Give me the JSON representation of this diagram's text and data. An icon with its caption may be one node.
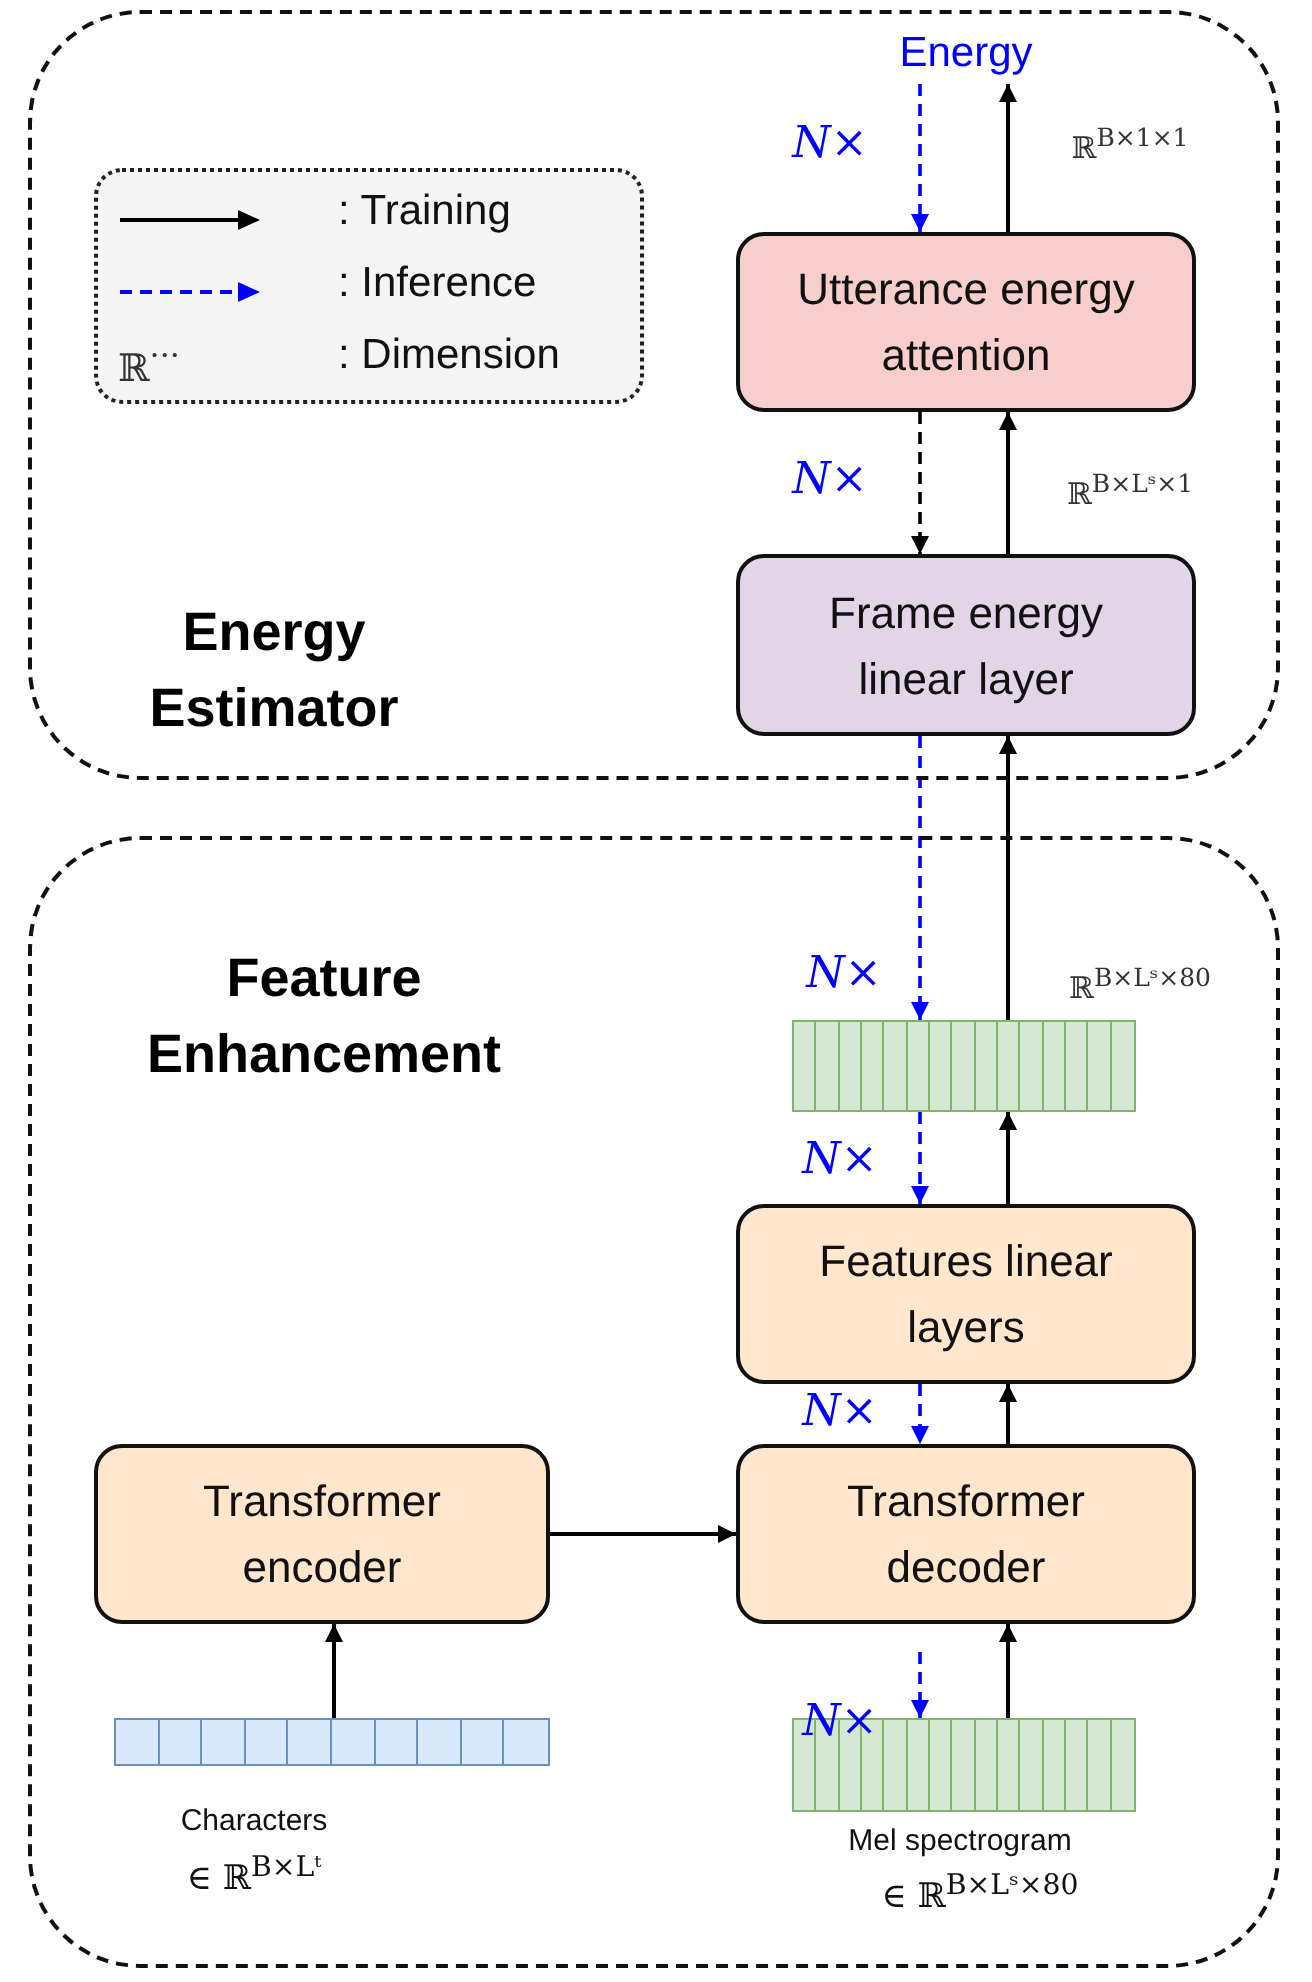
{
  "diagram": {
    "nodes": [
      {
        "text": [
          "Energy Estimator"
        ]
      },
      {
        "text": [
          "Utterance energy attention"
        ],
        "in": 0
      },
      {
        "text": [
          "Frame energy linear layer"
        ],
        "in": 0
      },
      {
        "text": [
          "Energy"
        ],
        "in": 0
      },
      {
        "text": [
          "Feature Enhancement"
        ]
      },
      {
        "text": [],
        "shape": "bar",
        "in": 4
      },
      {
        "text": [
          "Features linear layers"
        ],
        "in": 4
      },
      {
        "text": [
          "Transformer encoder"
        ],
        "in": 4
      },
      {
        "text": [
          "Transformer decoder"
        ],
        "in": 4
      },
      {
        "text": [],
        "shape": "bar",
        "in": 4,
        "beside": [
          "Characters",
          "∈ ℝ$^{B×Lᵗ}$"
        ]
      },
      {
        "text": [],
        "shape": "bar",
        "in": 4,
        "beside": [
          "Mel spectrogram",
          "∈ ℝ$^{B×Lˢ×80}$"
        ]
      }
    ],
    "edges": [
      {
        "from": 1,
        "to": 3,
        "arrow": "to",
        "label": "ℝ$^{B×1×1}$"
      },
      {
        "from": 2,
        "to": 1,
        "arrow": "to",
        "label": "ℝ$^{B×Lˢ×1}$"
      },
      {
        "from": 5,
        "to": 2,
        "arrow": "to",
        "label": "ℝ$^{B×Lˢ×80}$"
      },
      {
        "from": 6,
        "to": 5,
        "arrow": "to"
      },
      {
        "from": 8,
        "to": 6,
        "arrow": "to"
      },
      {
        "from": 10,
        "to": 8,
        "arrow": "to"
      },
      {
        "from": 9,
        "to": 7,
        "arrow": "to"
      },
      {
        "from": 7,
        "to": 8,
        "arrow": "to"
      },
      {
        "from": 3,
        "to": 1,
        "arrow": "to",
        "style": "dashed",
        "color": "#0000ff",
        "label": "*N*×"
      },
      {
        "from": 1,
        "to": 2,
        "arrow": "to",
        "style": "dashed",
        "label": "*N*×"
      },
      {
        "from": 2,
        "to": 5,
        "arrow": "to",
        "style": "dashed",
        "color": "#0000ff",
        "label": "*N*×"
      },
      {
        "from": 5,
        "to": 6,
        "arrow": "to",
        "style": "dashed",
        "color": "#0000ff",
        "label": "*N*×"
      },
      {
        "from": 6,
        "to": 8,
        "arrow": "to",
        "style": "dashed",
        "color": "#0000ff",
        "label": "*N*×"
      },
      {
        "from": null,
        "to": 10,
        "arrow": "to",
        "style": "dashed",
        "color": "#0000ff",
        "label": "*N*×"
      }
    ],
    "labels": [
      "ℝ$^{···}$"
    ],
    "legend": [
      {
        "text": ": Training"
      },
      {
        "text": ": Inference"
      },
      {
        "text": ": Dimension"
      }
    ]
  }
}
